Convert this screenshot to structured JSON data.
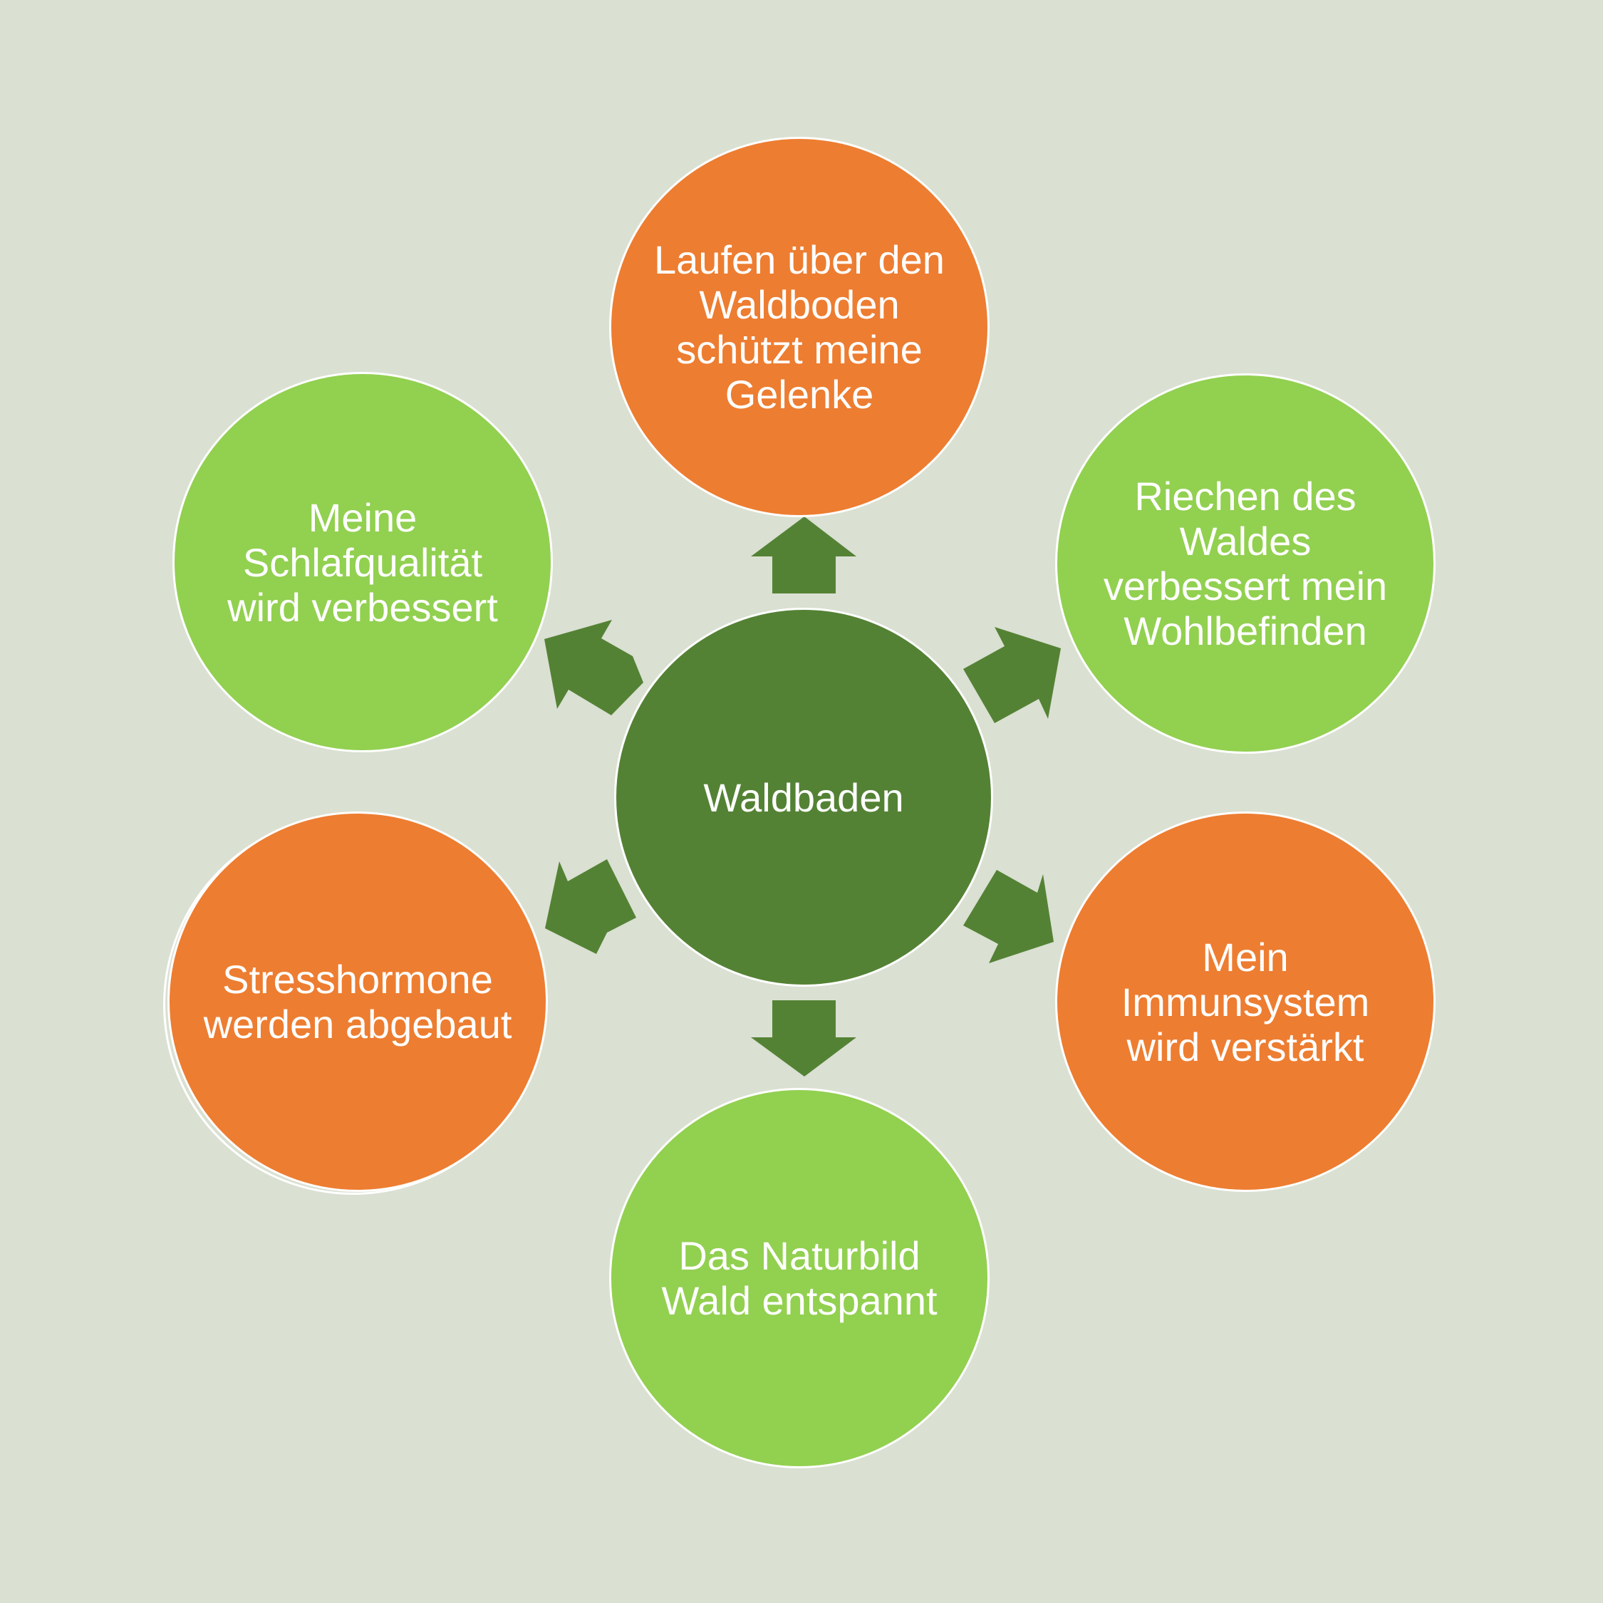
{
  "diagram": {
    "type": "radial",
    "background_color": "#dae0d2",
    "arrow_color": "#548235",
    "colors": {
      "dark_green": "#548235",
      "orange": "#ed7d31",
      "light_green": "#92d050"
    },
    "center": {
      "label": "Waldbaden",
      "color": "dark_green"
    },
    "outer": [
      {
        "id": "top",
        "label": "Laufen über den\nWaldboden\nschützt meine\nGelenke",
        "color": "orange"
      },
      {
        "id": "upper-right",
        "label": "Riechen des\nWaldes\nverbessert mein\nWohlbefinden",
        "color": "light_green"
      },
      {
        "id": "lower-right",
        "label": "Mein\nImmunsystem\nwird verstärkt",
        "color": "orange"
      },
      {
        "id": "bottom",
        "label": "Das Naturbild\nWald entspannt",
        "color": "light_green"
      },
      {
        "id": "lower-left",
        "label": "Stresshormone\nwerden abgebaut",
        "color": "orange"
      },
      {
        "id": "upper-left",
        "label": "Meine\nSchlafqualität\nwird verbessert",
        "color": "light_green"
      }
    ]
  }
}
